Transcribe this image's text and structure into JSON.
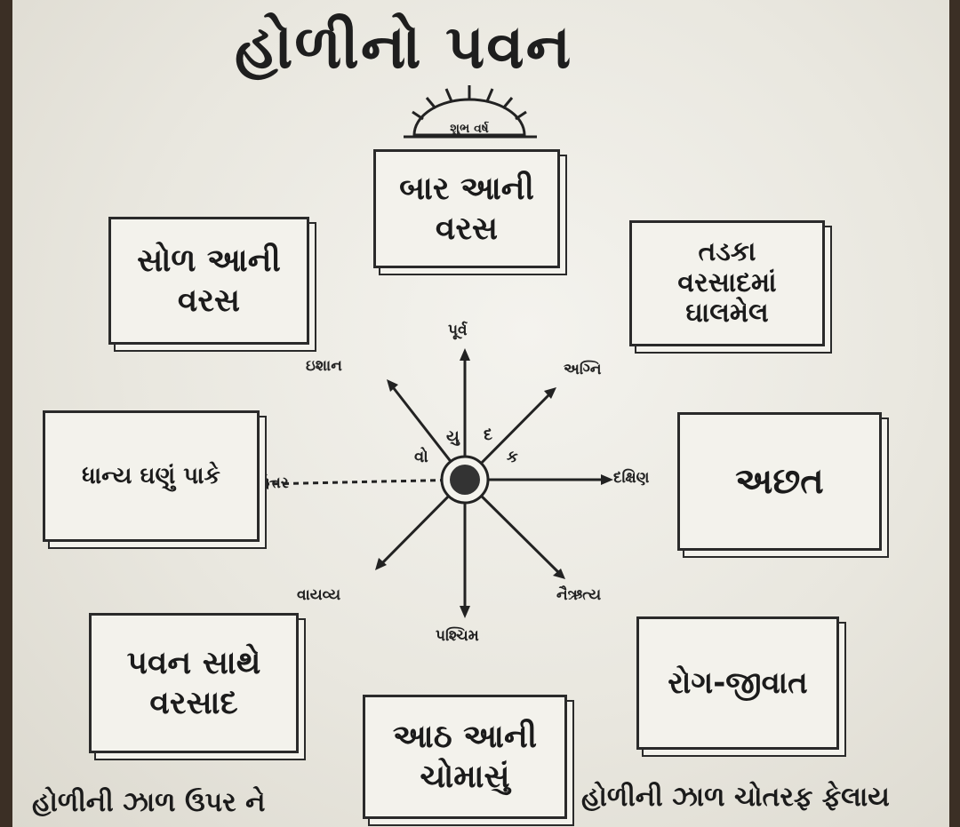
{
  "title": "હોળીનો પવન",
  "sun_text": "શુભ વર્ષ",
  "center_glyphs": [
    "વો",
    "યુ",
    "દ",
    "ક"
  ],
  "directions": {
    "north_east_label": "ઇશાન",
    "east_label": "પૂર્વ",
    "south_east_label": "અગ્નિ",
    "north_label": "ઉત્તર",
    "south_label": "દક્ષિણ",
    "north_west_label": "વાયવ્ય",
    "west_label": "પશ્ચિમ",
    "south_west_label": "નૈઋત્ય"
  },
  "boxes": {
    "east": [
      "બાર આની",
      "વરસ"
    ],
    "north_east": [
      "સોળ આની",
      "વરસ"
    ],
    "south_east": [
      "તડકા",
      "વરસાદમાં",
      "ઘાલમેલ"
    ],
    "north": [
      "ધાન્ય ઘણું પાકે"
    ],
    "south": [
      "અછત"
    ],
    "north_west": [
      "પવન સાથે",
      "વરસાદ"
    ],
    "south_west": [
      "રોગ-જીવાત"
    ],
    "west": [
      "આઠ આની",
      "ચોમાસું"
    ]
  },
  "footer": {
    "left": "હોળીની ઝાળ ઉપર ને",
    "right": "હોળીની ઝાળ ચોતરફ ફેલાય"
  }
}
